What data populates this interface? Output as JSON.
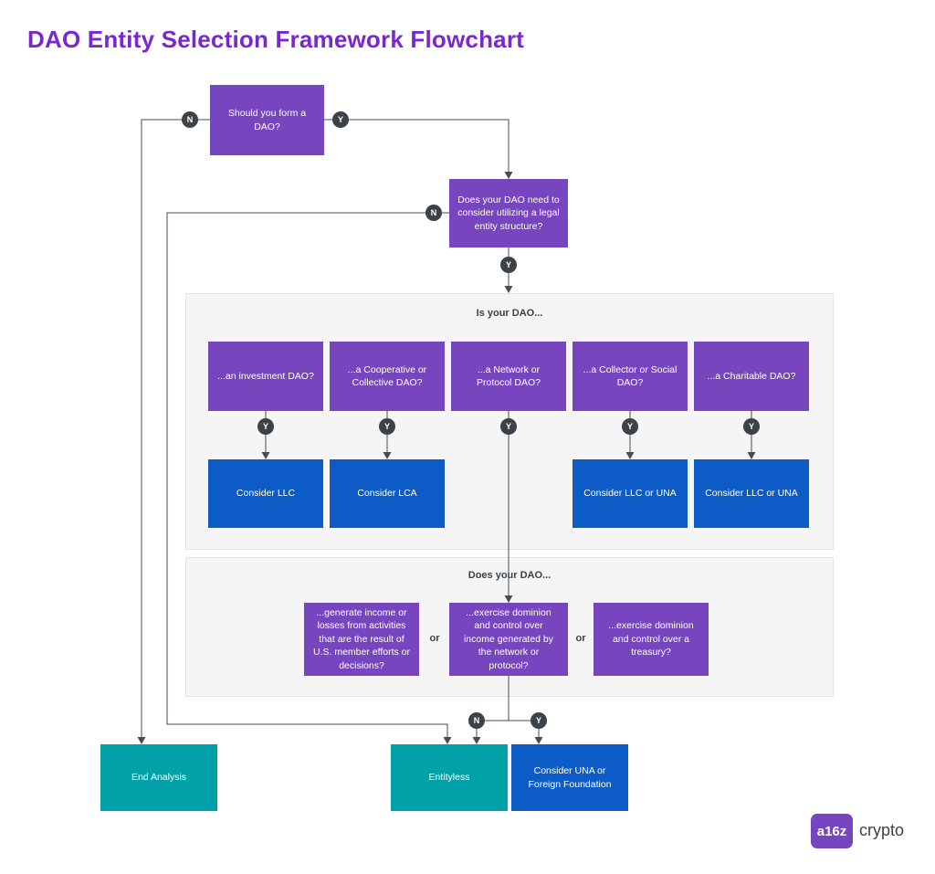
{
  "title": "DAO Entity Selection Framework Flowchart",
  "labels": {
    "yes": "Y",
    "no": "N",
    "or": "or"
  },
  "nodes": {
    "start": "Should you form a DAO?",
    "legal": "Does your DAO need to consider utilizing a legal entity structure?",
    "end_analysis": "End Analysis",
    "entityless": "Entityless",
    "una_foundation": "Consider UNA or Foreign Foundation"
  },
  "panel1": {
    "header": "Is your DAO...",
    "q1": "...an investment DAO?",
    "q2": "...a Cooperative or Collective DAO?",
    "q3": "...a Network or Protocol DAO?",
    "q4": "...a Collector or Social DAO?",
    "q5": "...a Charitable DAO?",
    "r1": "Consider LLC",
    "r2": "Consider LCA",
    "r4": "Consider LLC or UNA",
    "r5": "Consider LLC or UNA"
  },
  "panel2": {
    "header": "Does your DAO...",
    "q1": "...generate income or losses from activities that are the result of U.S. member efforts or decisions?",
    "q2": "...exercise dominion and control over income generated by the network or protocol?",
    "q3": "...exercise dominion and control over a treasury?"
  },
  "colors": {
    "title_purple": "#7B27CF",
    "node_purple": "#7746BE",
    "node_blue": "#0D5BC6",
    "node_teal": "#00A1A8",
    "connector_dark": "#464D54"
  },
  "logo": {
    "mark": "a16z",
    "text": "crypto"
  }
}
